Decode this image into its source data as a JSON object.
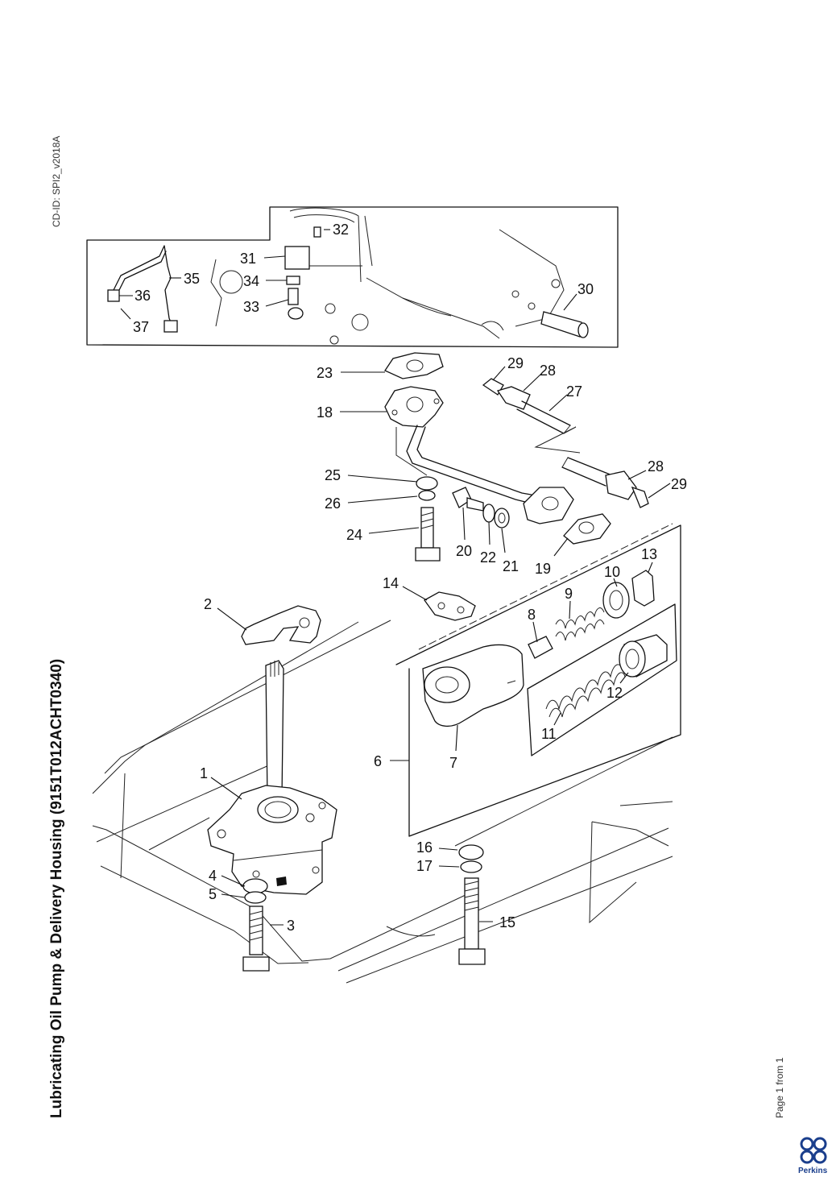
{
  "document": {
    "title": "Lubricating Oil Pump & Delivery Housing (9151T012ACHT0340)",
    "cd_id": "CD-ID: SPI2_v2018A",
    "page_label": "Page 1 from 1",
    "brand": "Perkins"
  },
  "colors": {
    "ink": "#111111",
    "brand_blue": "#1a3e8c",
    "background": "#ffffff"
  },
  "callouts": [
    "1",
    "2",
    "3",
    "4",
    "5",
    "6",
    "7",
    "8",
    "9",
    "10",
    "11",
    "12",
    "13",
    "14",
    "15",
    "16",
    "17",
    "18",
    "19",
    "20",
    "21",
    "22",
    "23",
    "24",
    "25",
    "26",
    "27",
    "28",
    "28",
    "29",
    "29",
    "30",
    "31",
    "32",
    "33",
    "34",
    "35",
    "36",
    "37"
  ]
}
